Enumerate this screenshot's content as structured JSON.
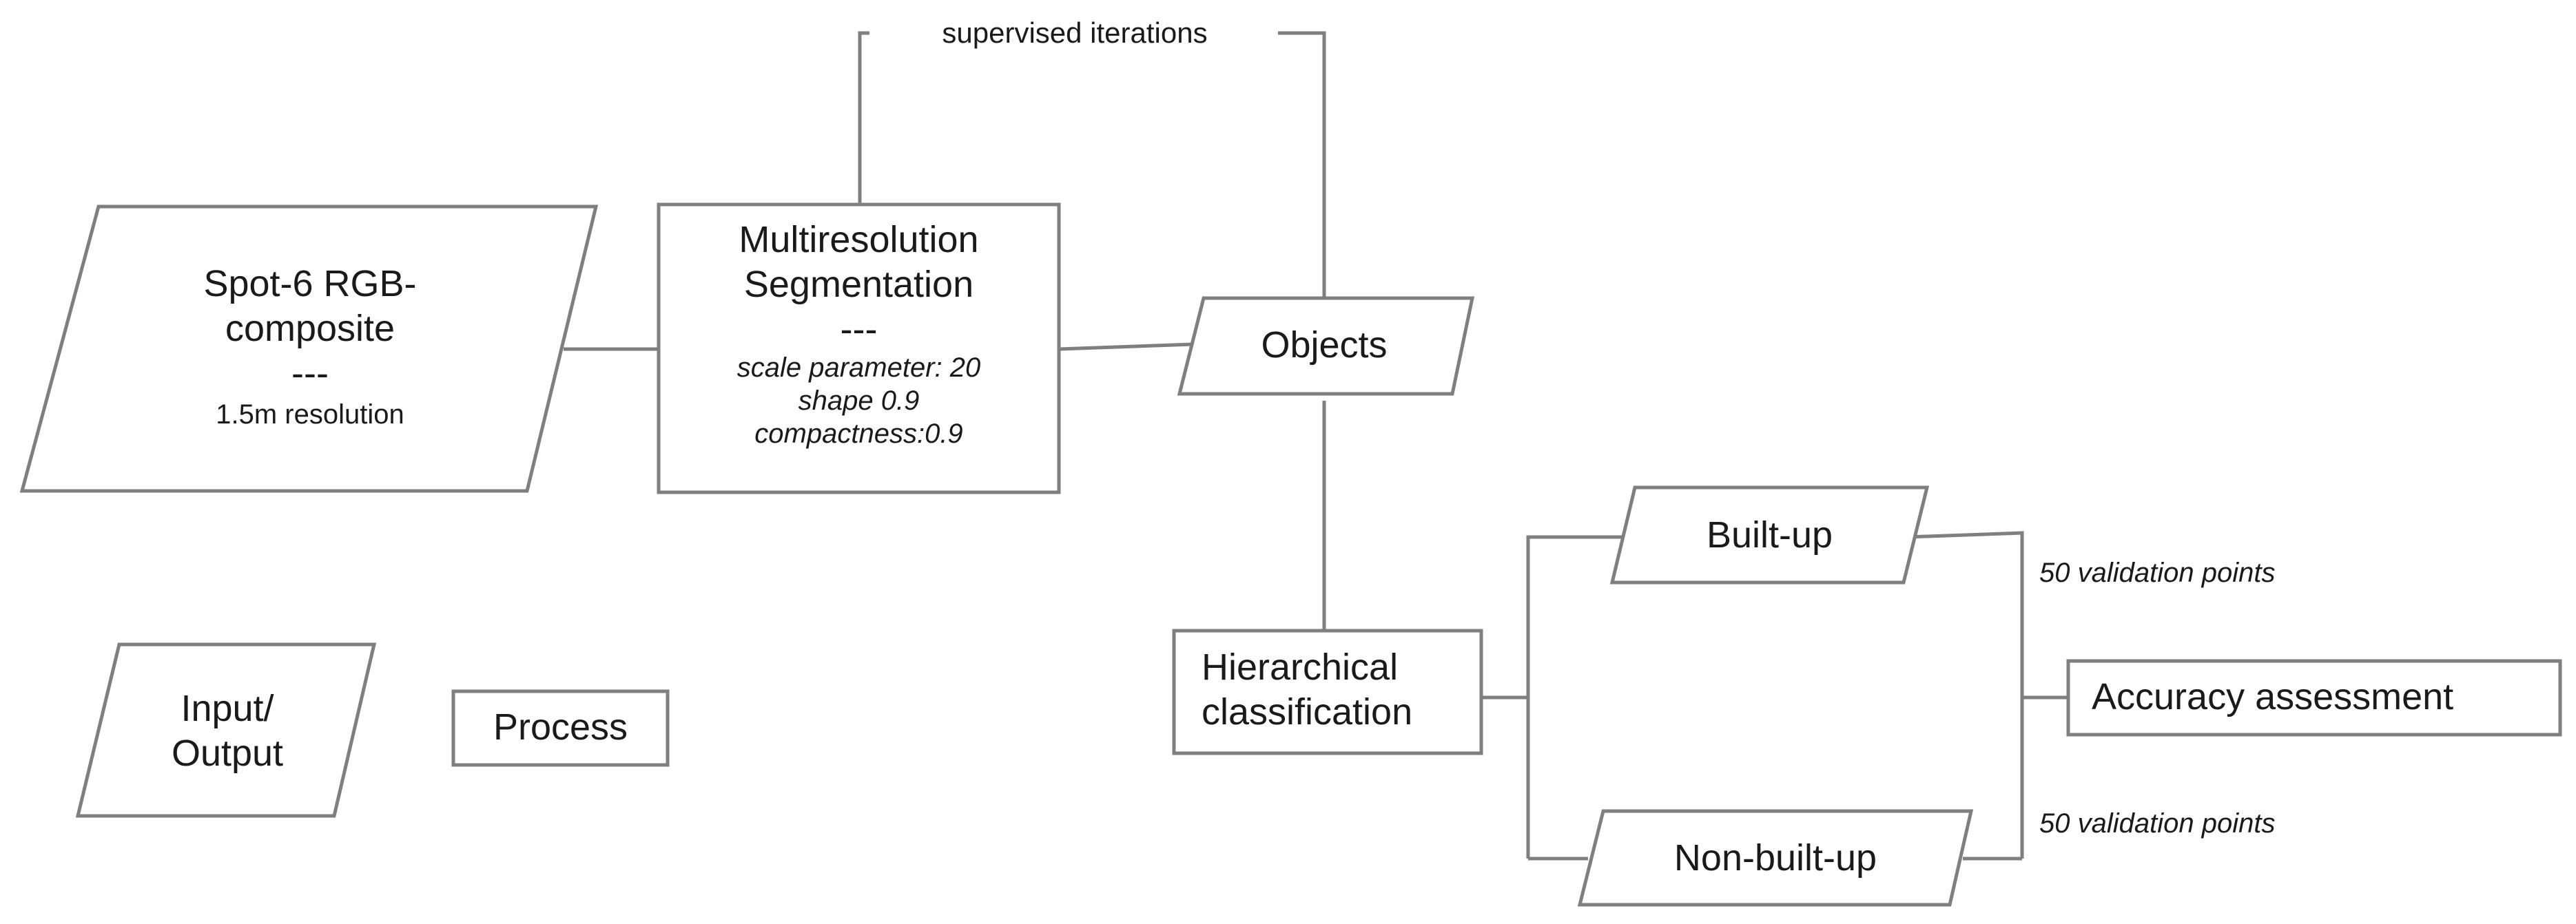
{
  "diagram": {
    "feedback_label": "supervised iterations",
    "input": {
      "title_line1": "Spot-6 RGB-",
      "title_line2": "composite",
      "separator": "---",
      "detail": "1.5m resolution"
    },
    "segmentation": {
      "title_line1": "Multiresolution",
      "title_line2": "Segmentation",
      "separator": "---",
      "param1": "scale parameter: 20",
      "param2": "shape 0.9",
      "param3": "compactness:0.9"
    },
    "objects": "Objects",
    "classification": {
      "line1": "Hierarchical",
      "line2": "classification"
    },
    "built_up": "Built-up",
    "non_built_up": "Non-built-up",
    "validation_top": "50 validation points",
    "validation_bottom": "50 validation points",
    "accuracy": "Accuracy assessment"
  },
  "legend": {
    "io_line1": "Input/",
    "io_line2": "Output",
    "process": "Process"
  }
}
